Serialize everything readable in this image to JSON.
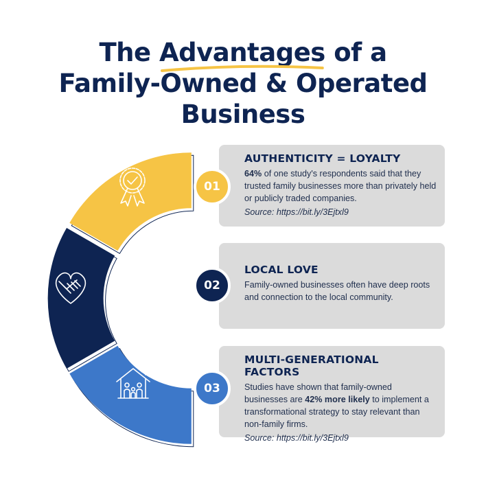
{
  "title": {
    "prefix": "The ",
    "highlight": "Advantages",
    "suffix": " of a",
    "line2": "Family-Owned & Operated",
    "line3": "Business"
  },
  "colors": {
    "navy": "#0e2452",
    "yellow": "#f6c445",
    "blue": "#3d78c9",
    "card": "#dbdbdb"
  },
  "segments": [
    {
      "color": "#f6c445",
      "icon": "award-ribbon-icon"
    },
    {
      "color": "#0e2452",
      "icon": "handshake-heart-icon"
    },
    {
      "color": "#3d78c9",
      "icon": "family-home-icon"
    }
  ],
  "items": [
    {
      "number": "01",
      "heading": "AUTHENTICITY = LOYALTY",
      "text_bold": "64%",
      "text_rest": " of one study's respondents said that they trusted family businesses more than privately held or publicly traded companies.",
      "source": "Source: https://bit.ly/3Ejtxl9"
    },
    {
      "number": "02",
      "heading": "LOCAL LOVE",
      "text": "Family-owned businesses often have deep roots and connection to the local community."
    },
    {
      "number": "03",
      "heading": "MULTI-GENERATIONAL FACTORS",
      "text_pre": "Studies have shown that family-owned businesses are ",
      "text_bold": "42% more likely",
      "text_post": " to implement a transformational strategy to stay relevant than non-family firms.",
      "source": "Source: https://bit.ly/3Ejtxl9"
    }
  ]
}
